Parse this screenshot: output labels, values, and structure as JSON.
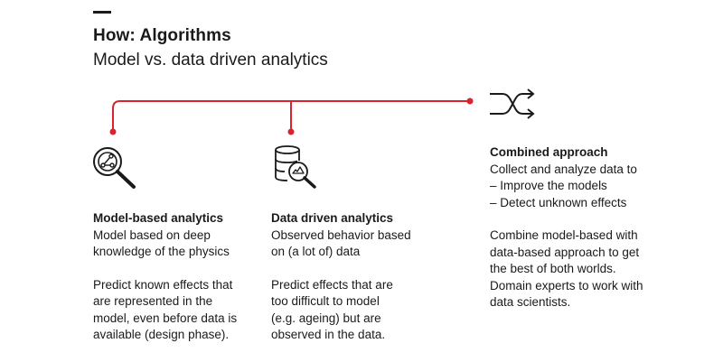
{
  "header": {
    "title": "How: Algorithms",
    "subtitle": "Model vs. data driven analytics"
  },
  "colors": {
    "accent": "#d9232d",
    "text": "#1a1a1a"
  },
  "columns": [
    {
      "icon": "magnifier-network-icon",
      "heading": "Model-based analytics",
      "para1": [
        "Model based on deep",
        "knowledge of the physics"
      ],
      "para2": [
        "Predict known effects that",
        "are represented in the",
        "model, even before data is",
        "available (design phase)."
      ]
    },
    {
      "icon": "database-search-icon",
      "heading": "Data driven analytics",
      "para1": [
        "Observed behavior based",
        "on (a lot of) data"
      ],
      "para2": [
        "Predict effects that are",
        "too difficult to model",
        "(e.g. ageing) but are",
        "observed in the data."
      ]
    },
    {
      "icon": "shuffle-icon",
      "heading": "Combined approach",
      "para1": [
        "Collect and analyze data to",
        "– Improve the models",
        "– Detect unknown effects"
      ],
      "para2": [
        "Combine model-based with",
        "data-based approach to get",
        "the best of both worlds.",
        "Domain experts to work with",
        "data scientists."
      ]
    }
  ]
}
